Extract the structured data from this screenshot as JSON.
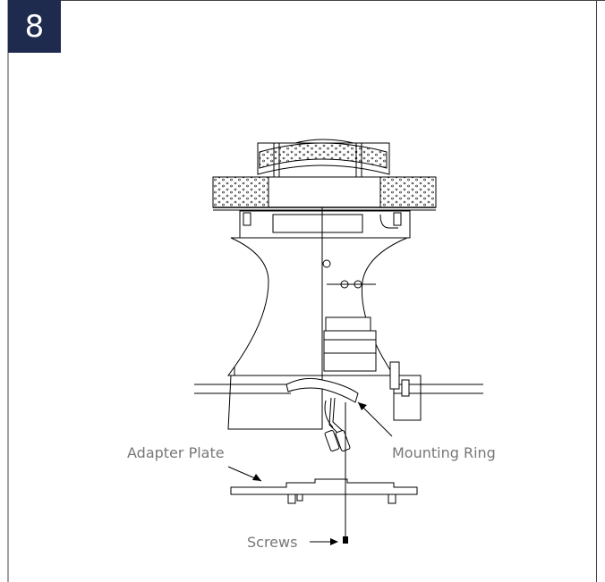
{
  "step": {
    "number": "8"
  },
  "labels": {
    "adapter_plate": "Adapter Plate",
    "mounting_ring": "Mounting Ring",
    "screws": "Screws"
  },
  "colors": {
    "badge_bg": "#1e2a4e",
    "label_text": "#777777",
    "line": "#000000"
  }
}
